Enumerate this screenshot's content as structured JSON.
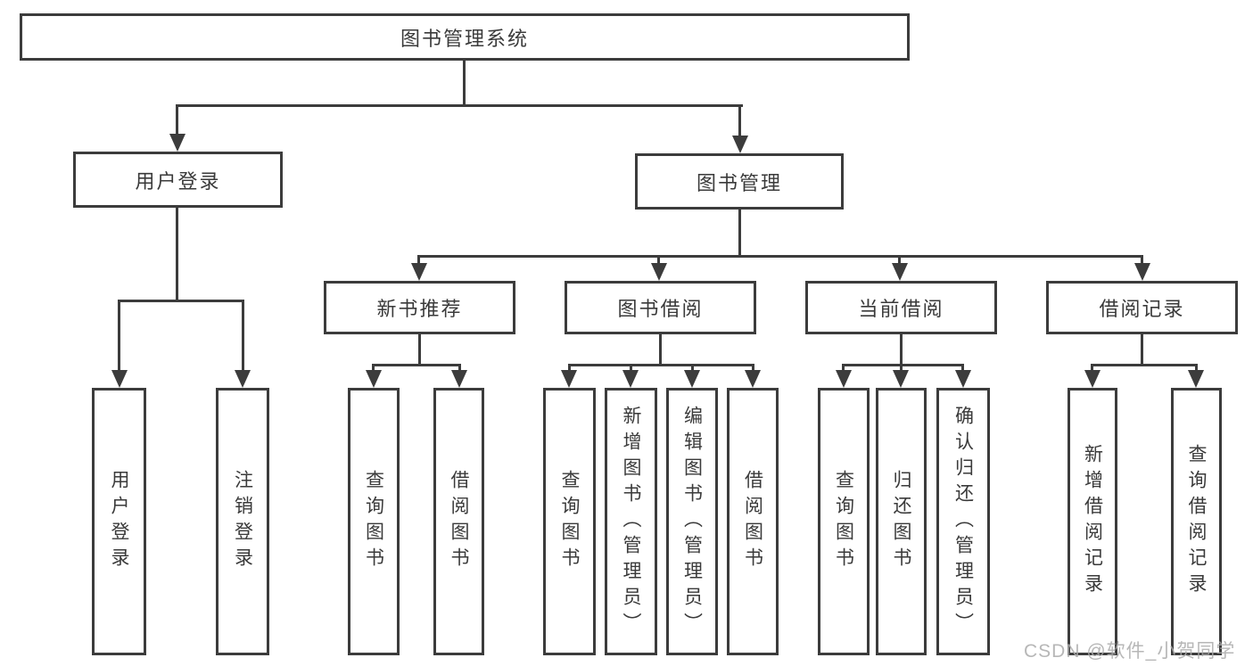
{
  "diagram_title": "图书管理系统",
  "nodes": {
    "root": "图书管理系统",
    "user_login": "用户登录",
    "book_mgmt": "图书管理",
    "new_books": "新书推荐",
    "book_borrow": "图书借阅",
    "current_borrow": "当前借阅",
    "borrow_records": "借阅记录",
    "leaf_user_login": "用户登录",
    "leaf_logout": "注销登录",
    "leaf_nb_query": "查询图书",
    "leaf_nb_borrow": "借阅图书",
    "leaf_bb_query": "查询图书",
    "leaf_bb_add": "新增图书（管理员）",
    "leaf_bb_edit": "编辑图书（管理员）",
    "leaf_bb_borrow": "借阅图书",
    "leaf_cb_query": "查询图书",
    "leaf_cb_return": "归还图书",
    "leaf_cb_confirm": "确认归还（管理员）",
    "leaf_rec_add": "新增借阅记录",
    "leaf_rec_query": "查询借阅记录"
  },
  "hierarchy": {
    "图书管理系统": {
      "用户登录": [
        "用户登录",
        "注销登录"
      ],
      "图书管理": {
        "新书推荐": [
          "查询图书",
          "借阅图书"
        ],
        "图书借阅": [
          "查询图书",
          "新增图书（管理员）",
          "编辑图书（管理员）",
          "借阅图书"
        ],
        "当前借阅": [
          "查询图书",
          "归还图书",
          "确认归还（管理员）"
        ],
        "借阅记录": [
          "新增借阅记录",
          "查询借阅记录"
        ]
      }
    }
  },
  "watermark": "CSDN @软件_小贺同学",
  "colors": {
    "line": "#3c3c3c",
    "text": "#3a3a3a",
    "watermark": "#aaaaaa",
    "background": "#ffffff"
  }
}
